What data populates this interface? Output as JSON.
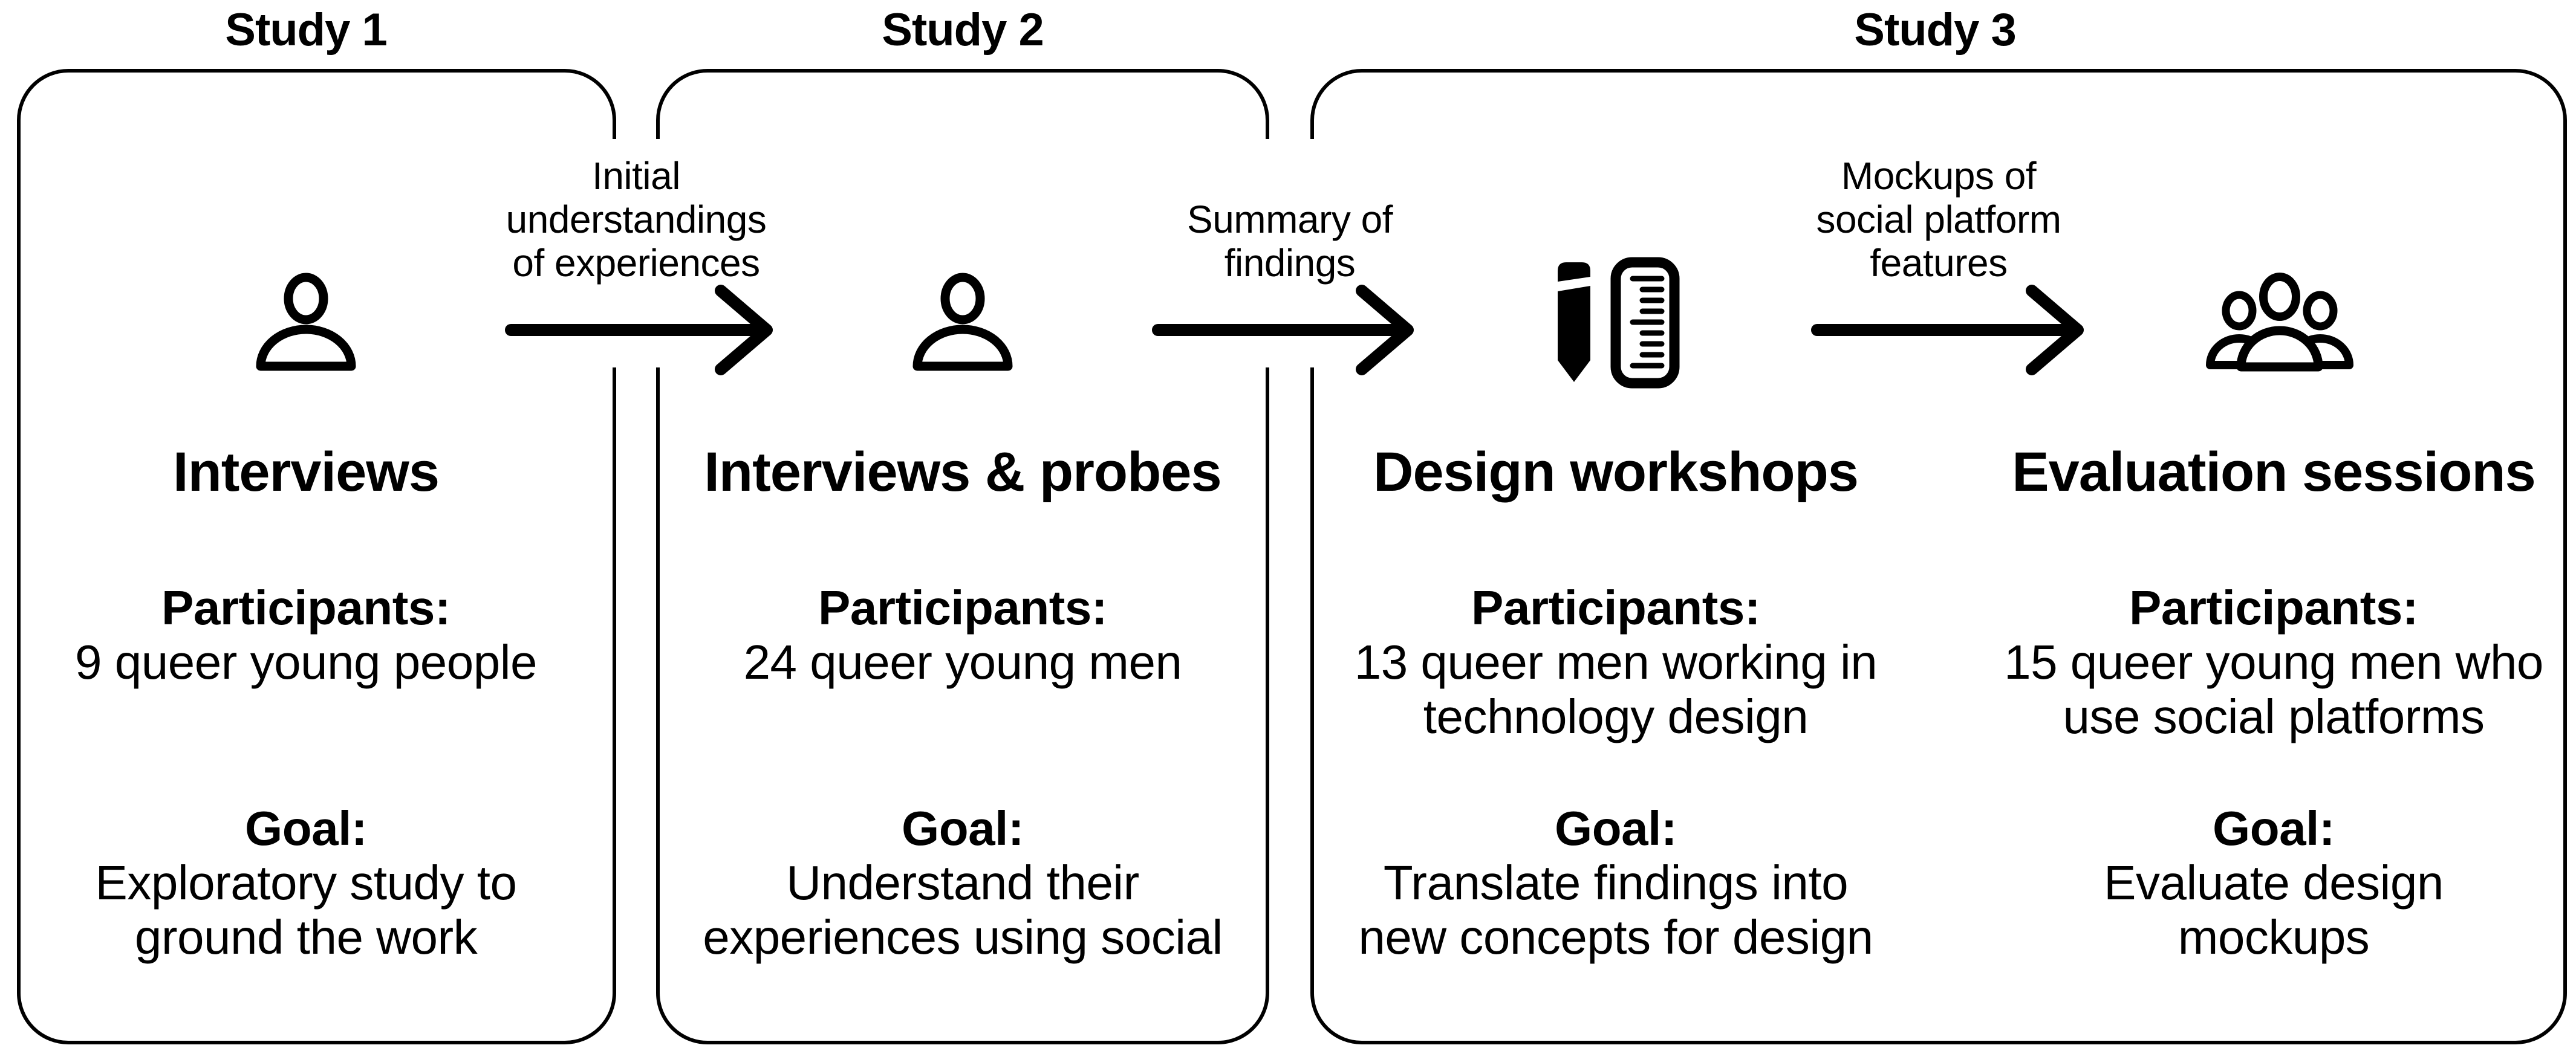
{
  "colors": {
    "ink": "#000000",
    "background": "#ffffff"
  },
  "studies": [
    {
      "title": "Study 1"
    },
    {
      "title": "Study 2"
    },
    {
      "title": "Study 3"
    }
  ],
  "columns": [
    {
      "heading": "Interviews",
      "icon": "person-icon",
      "participants_label": "Participants:",
      "participants_lines": [
        "9 queer young people"
      ],
      "goal_label": "Goal:",
      "goal_lines": [
        "Exploratory study to",
        "ground the work"
      ]
    },
    {
      "heading": "Interviews & probes",
      "icon": "person-icon",
      "participants_label": "Participants:",
      "participants_lines": [
        "24 queer young men"
      ],
      "goal_label": "Goal:",
      "goal_lines": [
        "Understand their",
        "experiences using social"
      ]
    },
    {
      "heading": "Design workshops",
      "icon": "pencil-ruler-icon",
      "participants_label": "Participants:",
      "participants_lines": [
        "13 queer men working in",
        "technology design"
      ],
      "goal_label": "Goal:",
      "goal_lines": [
        "Translate findings into",
        "new concepts for design"
      ]
    },
    {
      "heading": "Evaluation sessions",
      "icon": "group-icon",
      "participants_label": "Participants:",
      "participants_lines": [
        "15 queer young men who",
        "use social platforms"
      ],
      "goal_label": "Goal:",
      "goal_lines": [
        "Evaluate design",
        "mockups"
      ]
    }
  ],
  "arrows": [
    {
      "label_lines": [
        "Initial",
        "understandings",
        "of experiences"
      ]
    },
    {
      "label_lines": [
        "Summary of",
        "findings"
      ]
    },
    {
      "label_lines": [
        "Mockups of",
        "social platform",
        "features"
      ]
    }
  ]
}
